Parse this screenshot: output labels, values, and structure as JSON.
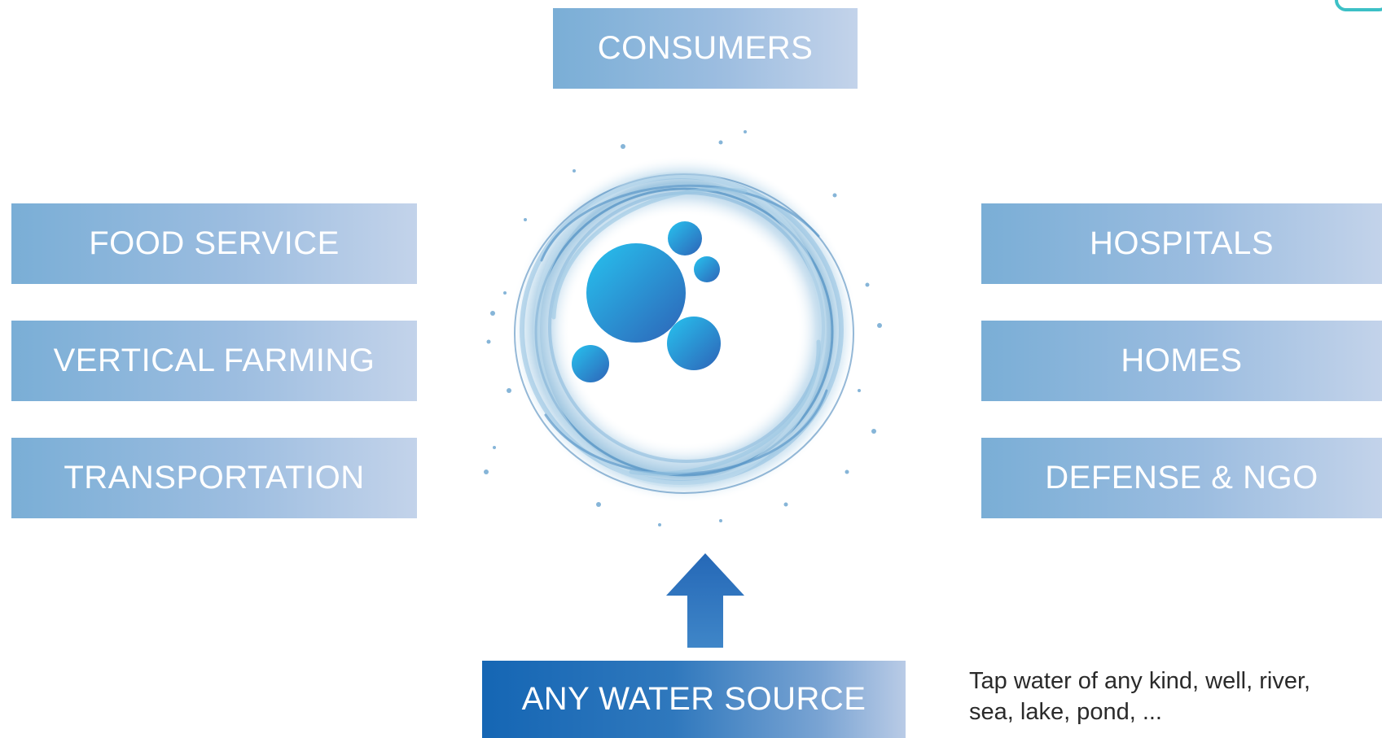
{
  "center": {
    "label": "CONSUMERS"
  },
  "left_items": [
    "FOOD SERVICE",
    "VERTICAL FARMING",
    "TRANSPORTATION"
  ],
  "right_items": [
    "HOSPITALS",
    "HOMES",
    "DEFENSE & NGO"
  ],
  "source": {
    "label": "ANY WATER SOURCE",
    "note": "Tap water of any kind, well, river, sea, lake, pond, ..."
  },
  "logo": {
    "icon": "water-splash-bubbles-icon"
  },
  "colors": {
    "box_light": "#7aaed6",
    "box_fade": "#c3d3ea",
    "source_dark": "#1566b4",
    "bubble_light": "#27c3ef",
    "bubble_dark": "#2e63b7",
    "arrow": "#2d6fbc",
    "corner_accent": "#3cc0c6"
  }
}
